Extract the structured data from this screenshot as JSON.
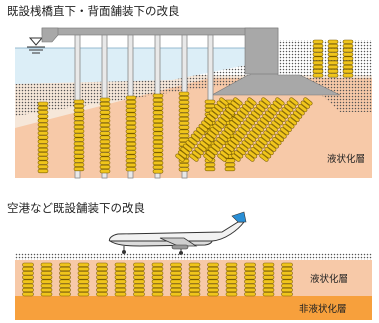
{
  "section_top": {
    "caption": "既設桟橋直下・背面舗装下の改良",
    "layer_label": "液状化層"
  },
  "section_bottom": {
    "caption": "空港など既設舗装下の改良",
    "layer_label_upper": "液状化層",
    "layer_label_lower": "非液状化層"
  },
  "colors": {
    "water": "#dceef7",
    "soil_upper": "#f6e7d9",
    "soil_lower": "#f7c9a8",
    "orange_layer": "#f7a03c",
    "pile_structure": "#a8a8a8",
    "column_fill": "#f0c51c",
    "column_stroke": "#7a5d00",
    "dots": "#555555"
  }
}
